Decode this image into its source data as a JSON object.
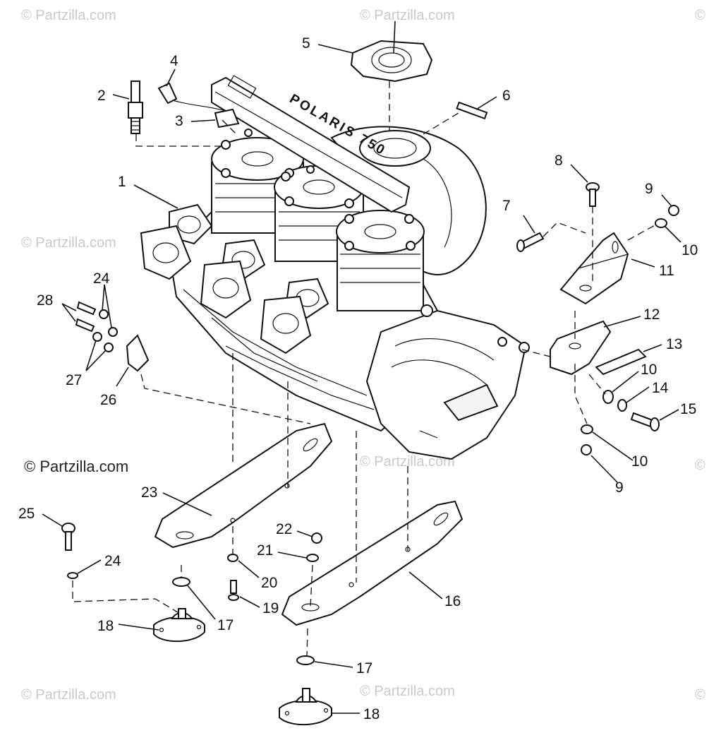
{
  "diagram": {
    "watermark_text": "© Partzilla.com",
    "watermark_main": "© Partzilla.com",
    "manifold_text": "POLARIS 750",
    "callouts": [
      {
        "id": "c1",
        "label": "1"
      },
      {
        "id": "c2",
        "label": "2"
      },
      {
        "id": "c3",
        "label": "3"
      },
      {
        "id": "c4",
        "label": "4"
      },
      {
        "id": "c5",
        "label": "5"
      },
      {
        "id": "c6",
        "label": "6"
      },
      {
        "id": "c7",
        "label": "7"
      },
      {
        "id": "c8",
        "label": "8"
      },
      {
        "id": "c9a",
        "label": "9"
      },
      {
        "id": "c10a",
        "label": "10"
      },
      {
        "id": "c11",
        "label": "11"
      },
      {
        "id": "c12",
        "label": "12"
      },
      {
        "id": "c13",
        "label": "13"
      },
      {
        "id": "c10b",
        "label": "10"
      },
      {
        "id": "c14",
        "label": "14"
      },
      {
        "id": "c15",
        "label": "15"
      },
      {
        "id": "c10c",
        "label": "10"
      },
      {
        "id": "c9b",
        "label": "9"
      },
      {
        "id": "c24a",
        "label": "24"
      },
      {
        "id": "c28",
        "label": "28"
      },
      {
        "id": "c27",
        "label": "27"
      },
      {
        "id": "c26",
        "label": "26"
      },
      {
        "id": "c23",
        "label": "23"
      },
      {
        "id": "c25",
        "label": "25"
      },
      {
        "id": "c24b",
        "label": "24"
      },
      {
        "id": "c22",
        "label": "22"
      },
      {
        "id": "c21",
        "label": "21"
      },
      {
        "id": "c20",
        "label": "20"
      },
      {
        "id": "c19",
        "label": "19"
      },
      {
        "id": "c16",
        "label": "16"
      },
      {
        "id": "c17a",
        "label": "17"
      },
      {
        "id": "c18a",
        "label": "18"
      },
      {
        "id": "c17b",
        "label": "17"
      },
      {
        "id": "c18b",
        "label": "18"
      }
    ]
  }
}
